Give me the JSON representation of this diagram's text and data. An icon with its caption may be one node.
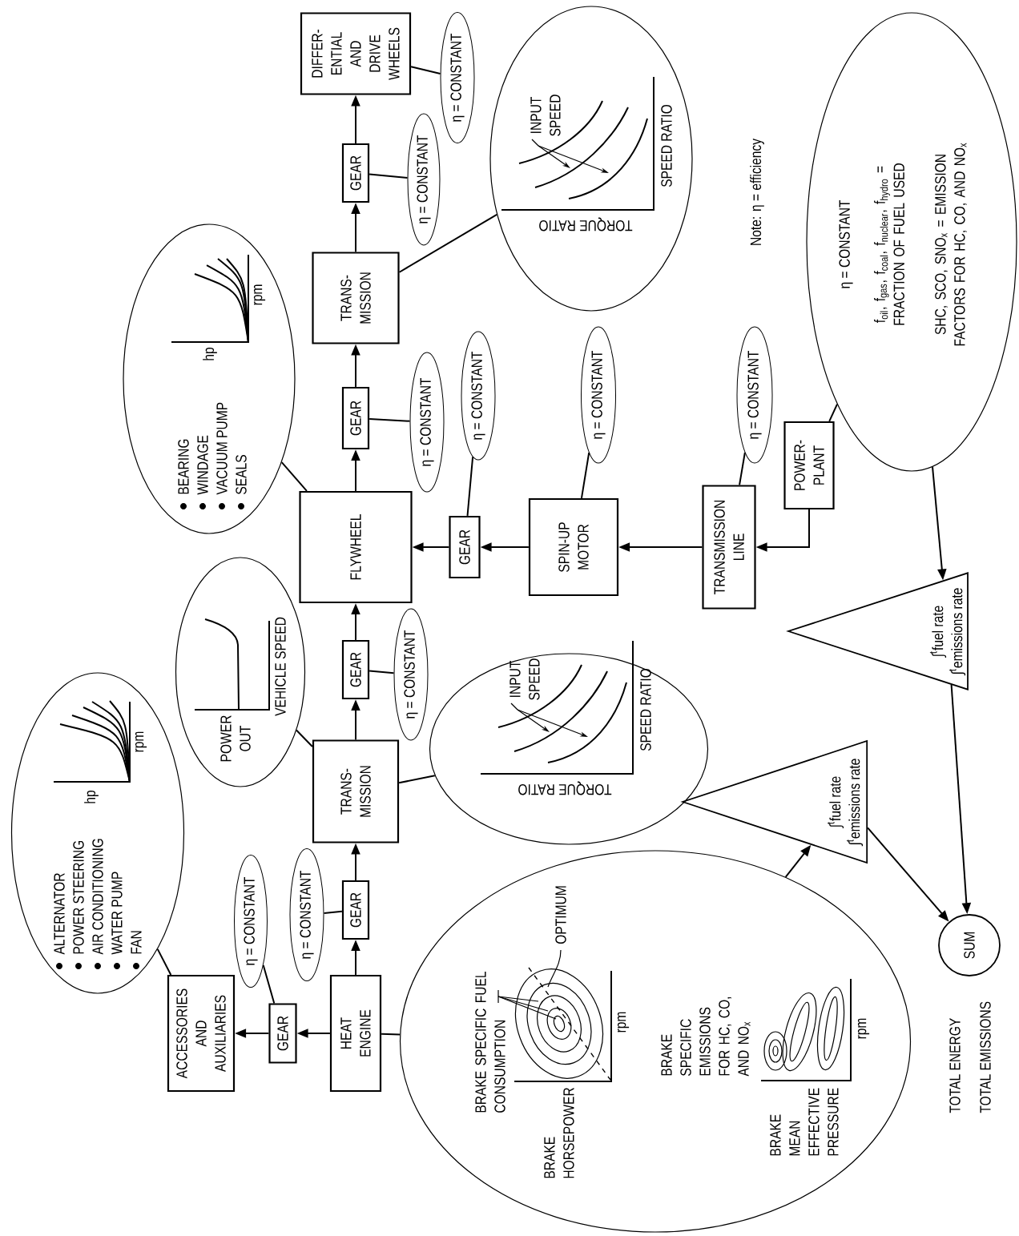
{
  "diagram": {
    "nodes": [
      {
        "text": [
          "ACCESSORIES AND AUXILIARIES"
        ]
      },
      {
        "text": [
          "ALTERNATOR",
          "POWER STEERING",
          "AIR CONDITIONING",
          "WATER PUMP",
          "FAN",
          "hp",
          "rpm"
        ]
      },
      {
        "text": [
          "GEAR"
        ]
      },
      {
        "text": [
          "η = CONSTANT"
        ]
      },
      {
        "text": [
          "HEAT ENGINE"
        ]
      },
      {
        "text": [
          "η = CONSTANT"
        ]
      },
      {
        "text": [
          "GEAR"
        ]
      },
      {
        "text": [
          "TRANS- MISSION"
        ]
      },
      {
        "text": [
          "GEAR"
        ]
      },
      {
        "text": [
          "η = CONSTANT"
        ]
      },
      {
        "text": [
          "FLYWHEEL"
        ]
      },
      {
        "text": [
          "POWER OUT",
          "VEHICLE SPEED"
        ]
      },
      {
        "text": [
          "BEARING",
          "WINDAGE",
          "VACUUM PUMP",
          "SEALS",
          "hp",
          "rpm"
        ]
      },
      {
        "text": [
          "TORQUE RATIO",
          "SPEED RATIO",
          "INPUT SPEED"
        ]
      },
      {
        "text": [
          "GEAR"
        ]
      },
      {
        "text": [
          "η = CONSTANT"
        ]
      },
      {
        "text": [
          "TRANS- MISSION"
        ]
      },
      {
        "text": [
          "GEAR"
        ]
      },
      {
        "text": [
          "η = CONSTANT"
        ]
      },
      {
        "text": [
          "DIFFER- ENTIAL AND DRIVE WHEELS"
        ]
      },
      {
        "text": [
          "η = CONSTANT"
        ]
      },
      {
        "text": [
          "TORQUE RATIO",
          "SPEED RATIO",
          "INPUT SPEED"
        ]
      },
      {
        "text": [
          "GEAR"
        ]
      },
      {
        "text": [
          "η = CONSTANT"
        ]
      },
      {
        "text": [
          "SPIN-UP MOTOR"
        ]
      },
      {
        "text": [
          "η = CONSTANT"
        ]
      },
      {
        "text": [
          "TRANSMISSION LINE"
        ]
      },
      {
        "text": [
          "η = CONSTANT"
        ]
      },
      {
        "text": [
          "POWER- PLANT"
        ]
      },
      {
        "text": [
          "η = CONSTANT",
          "f$_{oil}$, f$_{gas}$, f$_{coal}$, f$_{nuclear}$, f$_{hydro}$ = FRACTION OF FUEL USED",
          "SHC, SCO, SNO$_{x}$ = EMISSION FACTORS FOR HC, CO, AND NO$_{x}$"
        ]
      },
      {
        "text": [
          "∫$^{t}$fuel rate",
          "∫$^{t}$emissions rate"
        ]
      },
      {
        "text": [
          "∫$^{t}$fuel rate",
          "∫$^{t}$emissions rate"
        ]
      },
      {
        "text": [
          "SUM"
        ],
        "beside": [
          "TOTAL ENERGY",
          "TOTAL EMISSIONS"
        ]
      },
      {
        "text": [
          "BRAKE SPECIFIC FUEL CONSUMPTION",
          "OPTIMUM",
          "BRAKE HORSEPOWER",
          "rpm",
          "BRAKE SPECIFIC EMISSIONS FOR HC, CO, AND NO$_{x}$",
          "BRAKE MEAN EFFECTIVE PRESSURE",
          "rpm"
        ]
      }
    ],
    "edges": [
      {
        "from": 4,
        "to": 2,
        "arrow": "to"
      },
      {
        "from": 2,
        "to": 0,
        "arrow": "to"
      },
      {
        "from": 1,
        "to": 0,
        "arrow": "none"
      },
      {
        "from": 3,
        "to": 2,
        "arrow": "none"
      },
      {
        "from": 4,
        "to": 6,
        "arrow": "to"
      },
      {
        "from": 5,
        "to": 6,
        "arrow": "none"
      },
      {
        "from": 6,
        "to": 7,
        "arrow": "to"
      },
      {
        "from": 7,
        "to": 8,
        "arrow": "to"
      },
      {
        "from": 9,
        "to": 8,
        "arrow": "none"
      },
      {
        "from": 8,
        "to": 10,
        "arrow": "to"
      },
      {
        "from": 11,
        "to": 7,
        "arrow": "none"
      },
      {
        "from": 13,
        "to": 7,
        "arrow": "none"
      },
      {
        "from": 10,
        "to": 14,
        "arrow": "to"
      },
      {
        "from": 12,
        "to": 10,
        "arrow": "none"
      },
      {
        "from": 15,
        "to": 14,
        "arrow": "none"
      },
      {
        "from": 14,
        "to": 16,
        "arrow": "to"
      },
      {
        "from": 16,
        "to": 17,
        "arrow": "to"
      },
      {
        "from": 18,
        "to": 17,
        "arrow": "none"
      },
      {
        "from": 17,
        "to": 19,
        "arrow": "to"
      },
      {
        "from": 20,
        "to": 19,
        "arrow": "none"
      },
      {
        "from": 21,
        "to": 16,
        "arrow": "none"
      },
      {
        "from": 28,
        "to": 26,
        "arrow": "to"
      },
      {
        "from": 26,
        "to": 24,
        "arrow": "to"
      },
      {
        "from": 27,
        "to": 26,
        "arrow": "none"
      },
      {
        "from": 24,
        "to": 22,
        "arrow": "to"
      },
      {
        "from": 25,
        "to": 24,
        "arrow": "none"
      },
      {
        "from": 22,
        "to": 10,
        "arrow": "to"
      },
      {
        "from": 23,
        "to": 22,
        "arrow": "none"
      },
      {
        "from": 29,
        "to": 28,
        "arrow": "none"
      },
      {
        "from": 29,
        "to": 30,
        "arrow": "to"
      },
      {
        "from": 30,
        "to": 32,
        "arrow": "to"
      },
      {
        "from": 33,
        "to": 31,
        "arrow": "to"
      },
      {
        "from": 31,
        "to": 32,
        "arrow": "to"
      },
      {
        "from": 33,
        "to": 4,
        "arrow": "none"
      }
    ],
    "labels": [
      "Note: η = efficiency"
    ]
  }
}
